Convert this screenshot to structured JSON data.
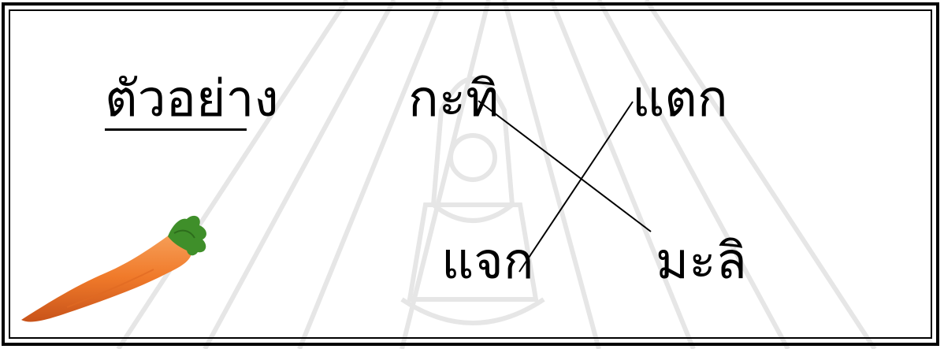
{
  "example_label": "ตัวอย่าง",
  "words": {
    "top_left": "กะทิ",
    "top_right": "แตก",
    "bottom_left": "แจก",
    "bottom_right": "มะลิ"
  },
  "connections": [
    {
      "from": "กะทิ",
      "to": "มะลิ"
    },
    {
      "from": "แตก",
      "to": "แจก"
    }
  ],
  "picture": "carrot",
  "colors": {
    "carrot_body": "#f07a2a",
    "carrot_top": "#3f8f2a",
    "watermark": "#e6e6e6"
  }
}
